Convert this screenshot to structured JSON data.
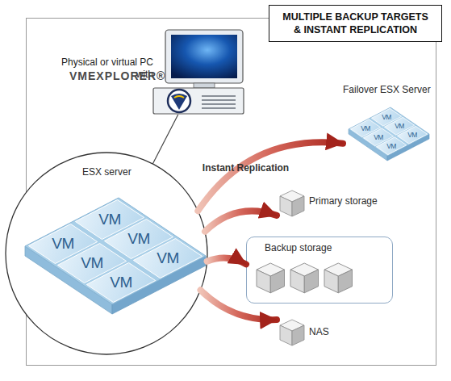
{
  "diagram": {
    "title": "MULTIPLE BACKUP TARGETS & INSTANT REPLICATION",
    "nodes": [
      {
        "text": [
          "Physical or virtual PC with",
          "VMEXPLORER®"
        ]
      },
      {
        "text": [
          "Failover ESX Server"
        ]
      },
      {
        "text": [
          "VM"
        ],
        "in": 1
      },
      {
        "text": [
          "VM"
        ],
        "in": 1
      },
      {
        "text": [
          "VM"
        ],
        "in": 1
      },
      {
        "text": [
          "VM"
        ],
        "in": 1
      },
      {
        "text": [
          "VM"
        ],
        "in": 1
      },
      {
        "text": [
          "VM"
        ],
        "in": 1
      },
      {
        "text": [
          "ESX server"
        ]
      },
      {
        "text": [
          "VM"
        ],
        "in": 8
      },
      {
        "text": [
          "VM"
        ],
        "in": 8
      },
      {
        "text": [
          "VM"
        ],
        "in": 8
      },
      {
        "text": [
          "VM"
        ],
        "in": 8
      },
      {
        "text": [
          "VM"
        ],
        "in": 8
      },
      {
        "text": [
          "VM"
        ],
        "in": 8
      },
      {
        "text": [
          "Primary storage"
        ]
      },
      {
        "text": [
          "Backup storage"
        ]
      },
      {
        "text": [
          "NAS"
        ]
      }
    ],
    "edges": [
      {
        "from": 0,
        "to": 8,
        "arrow": "none"
      },
      {
        "from": 8,
        "to": 1,
        "arrow": "to",
        "label": "Instant Replication"
      },
      {
        "from": 8,
        "to": 15,
        "arrow": "to"
      },
      {
        "from": 8,
        "to": 16,
        "arrow": "to"
      },
      {
        "from": 8,
        "to": 17,
        "arrow": "to"
      }
    ]
  }
}
